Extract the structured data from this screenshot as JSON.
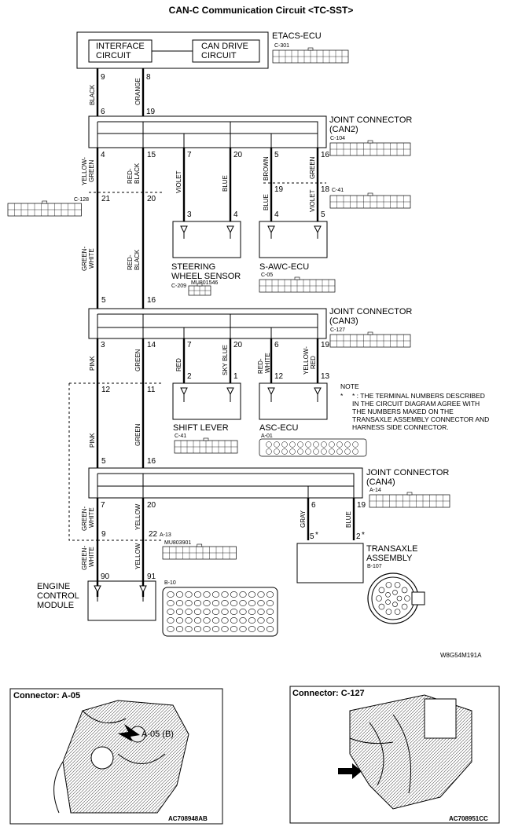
{
  "title": "CAN-C Communication Circuit <TC-SST>",
  "figure_id": "W8G54M191A",
  "etacs": {
    "name": "ETACS-ECU",
    "connector": "C-301",
    "interface": [
      "INTERFACE",
      "CIRCUIT"
    ],
    "can_drive": [
      "CAN DRIVE",
      "CIRCUIT"
    ],
    "pin_a": "9",
    "pin_b": "8",
    "wire_a": "BLACK",
    "wire_b": "ORANGE",
    "jpin_a": "6",
    "jpin_b": "19"
  },
  "jc2": {
    "name": [
      "JOINT CONNECTOR",
      "(CAN2)"
    ],
    "connector": "C-104",
    "pins": [
      "4",
      "15",
      "7",
      "20",
      "5",
      "16"
    ]
  },
  "c128": {
    "connector": "C-128",
    "pin_a": "21",
    "pin_b": "20"
  },
  "c41_top": {
    "connector": "C-41",
    "pin_a": "19",
    "pin_b": "18"
  },
  "steering": {
    "name": [
      "STEERING",
      "WHEEL SENSOR"
    ],
    "connector": "C-209",
    "part": "MU801546",
    "pin_a": "3",
    "pin_b": "4",
    "wire_a": "VIOLET",
    "wire_b": "BLUE"
  },
  "sawc": {
    "name": "S-AWC-ECU",
    "connector": "C-05",
    "pin_a": "4",
    "pin_b": "5",
    "wire_up_a": "BROWN",
    "wire_up_b": "GREEN",
    "wire_a": "BLUE",
    "wire_b": "VIOLET"
  },
  "wires_main": {
    "yg": [
      "YELLOW-",
      "GREEN"
    ],
    "rb": [
      "RED-",
      "BLACK"
    ],
    "gw": [
      "GREEN-",
      "WHITE"
    ],
    "pink": "PINK",
    "green": "GREEN",
    "yellow": "YELLOW"
  },
  "jc3": {
    "name": [
      "JOINT CONNECTOR",
      "(CAN3)"
    ],
    "connector": "C-127",
    "pins_top": [
      "5",
      "16"
    ],
    "pins": [
      "3",
      "14",
      "7",
      "20",
      "6",
      "19"
    ]
  },
  "shift": {
    "name": "SHIFT LEVER",
    "connector": "C-41",
    "pin_a": "2",
    "pin_b": "1",
    "wire_a": "RED",
    "wire_b": "SKY BLUE"
  },
  "asc": {
    "name": "ASC-ECU",
    "connector": "A-01",
    "pin_a": "12",
    "pin_b": "13",
    "wire_a": [
      "RED-",
      "WHITE"
    ],
    "wire_b": [
      "YELLOW-",
      "RED"
    ]
  },
  "note": {
    "head": "NOTE",
    "lines": [
      "* : THE TERMINAL NUMBERS DESCRIBED",
      "IN THE CIRCUIT DIAGRAM AGREE WITH",
      "THE NUMBERS MAKED ON THE",
      "TRANSAXLE ASSEMBLY CONNECTOR AND",
      "HARNESS SIDE CONNECTOR."
    ]
  },
  "mid": {
    "p12": "12",
    "p11": "11",
    "p5": "5",
    "p16": "16"
  },
  "jc4": {
    "name": [
      "JOINT CONNECTOR",
      "(CAN4)"
    ],
    "connector": "A-14",
    "pins": [
      "7",
      "20",
      "6",
      "19"
    ],
    "wire_a": "GRAY",
    "wire_b": "BLUE",
    "tpin_a": "5",
    "tpin_b": "2"
  },
  "a13": {
    "connector": "A-13",
    "part": "MU803901",
    "pin_a": "9",
    "pin_b": "22"
  },
  "ecm": {
    "name": [
      "ENGINE",
      "CONTROL",
      "MODULE"
    ],
    "connector": "B-10",
    "pin_a": "90",
    "pin_b": "91",
    "wire_a": [
      "GREEN-",
      "WHITE"
    ],
    "wire_b": "YELLOW",
    "wire_mid_a": [
      "GREEN-",
      "WHITE"
    ],
    "wire_mid_b": "YELLOW"
  },
  "transaxle": {
    "name": [
      "TRANSAXLE",
      "ASSEMBLY"
    ],
    "connector": "B-107"
  },
  "star": "*",
  "photo1": {
    "title": "Connector: A-05",
    "label": "A-05 (B)",
    "code": "AC708948AB"
  },
  "photo2": {
    "title": "Connector: C-127",
    "code": "AC708951CC"
  }
}
